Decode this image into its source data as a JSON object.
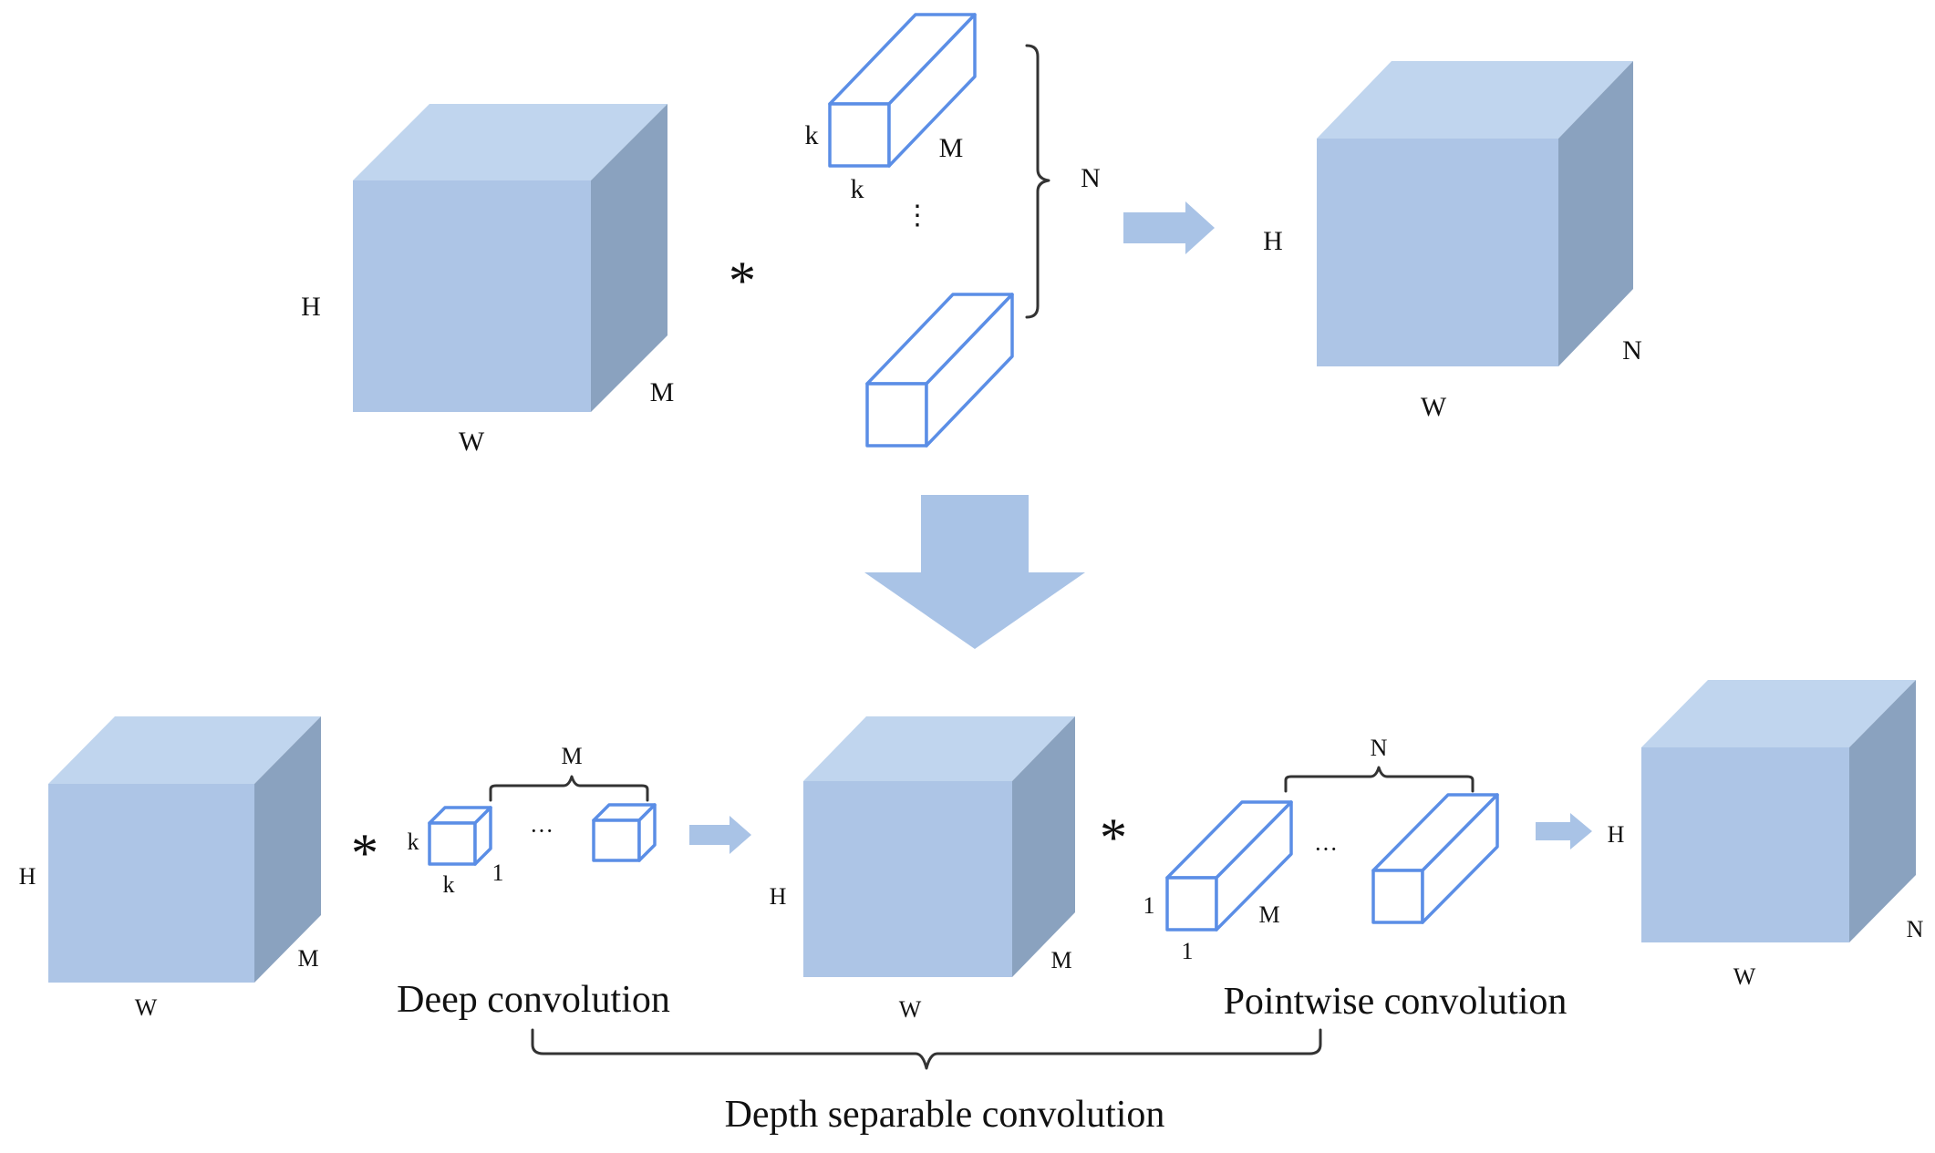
{
  "colors": {
    "cube_front": "#adc5e6",
    "cube_top": "#c0d5ee",
    "cube_side": "#8aa2bf",
    "kernel_stroke": "#5b8ee6",
    "arrow": "#a9c3e6",
    "brace": "#333333"
  },
  "top_row": {
    "input": {
      "h": "H",
      "w": "W",
      "m": "M"
    },
    "operator": "*",
    "kernel": {
      "k_side": "k",
      "k_bottom": "k",
      "m": "M",
      "ellipsis": "⋮",
      "n": "N"
    },
    "output": {
      "h": "H",
      "w": "W",
      "n": "N"
    }
  },
  "bottom_row": {
    "input": {
      "h": "H",
      "w": "W",
      "m": "M"
    },
    "operator1": "*",
    "depthwise": {
      "m_top": "M",
      "k_side": "k",
      "k_bottom": "k",
      "one": "1",
      "ellipsis": "···"
    },
    "middle": {
      "h": "H",
      "w": "W",
      "m": "M"
    },
    "operator2": "*",
    "pointwise": {
      "n_top": "N",
      "one_side": "1",
      "one_bottom": "1",
      "m": "M",
      "ellipsis": "···"
    },
    "output": {
      "h": "H",
      "w": "W",
      "n": "N"
    }
  },
  "captions": {
    "deep": "Deep convolution",
    "pointwise": "Pointwise convolution",
    "overall": "Depth separable convolution"
  }
}
